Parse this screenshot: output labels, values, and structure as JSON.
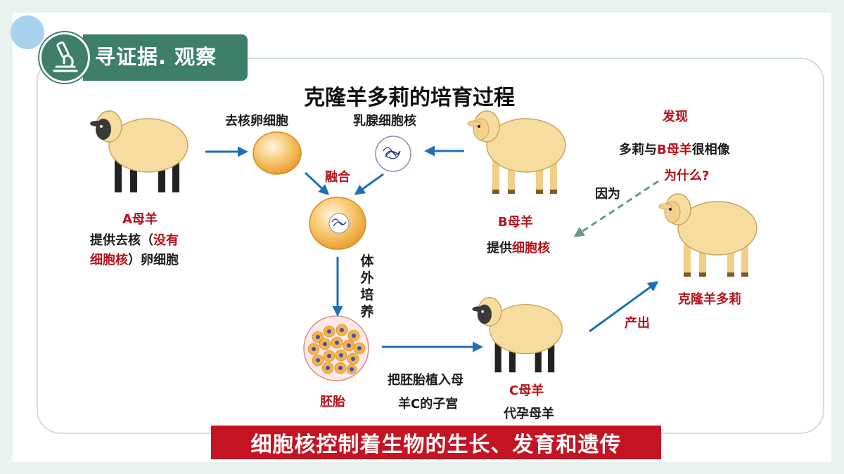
{
  "header": {
    "title": "寻证据. 观察",
    "icon": "microscope-icon"
  },
  "diagram": {
    "title": "克隆羊多莉的培育过程",
    "labels": {
      "enucleated_egg": "去核卵细胞",
      "mammary_nucleus": "乳腺细胞核",
      "fusion": "融合",
      "sheep_a": "A母羊",
      "sheep_a_desc_1": "提供去核（",
      "sheep_a_desc_2": "没有",
      "sheep_a_desc_3": "细胞核",
      "sheep_a_desc_4": "）卵细胞",
      "culture": [
        "体",
        "外",
        "培",
        "养"
      ],
      "embryo": "胚胎",
      "implant_1": "把胚胎植入母",
      "implant_2": "羊C的子宫",
      "sheep_b": "B母羊",
      "sheep_b_desc_1": "提供",
      "sheep_b_desc_2": "细胞核",
      "sheep_c": "C母羊",
      "sheep_c_desc": "代孕母羊",
      "discovery": "发现",
      "similar_1": "多莉与",
      "similar_2": "B母羊",
      "similar_3": "很相像",
      "why": "为什么?",
      "because": "因为",
      "produce": "产出",
      "dolly": "克隆羊多莉"
    }
  },
  "conclusion": "细胞核控制着生物的生长、发育和遗传",
  "colors": {
    "accent_green": "#3e7f67",
    "arrow_blue": "#1f6fb5",
    "dashed_green": "#6a9a84",
    "label_red": "#b4121b",
    "egg_orange": "#f3b34a",
    "wool": "#f7dc9f",
    "banner_red": "#c41424"
  }
}
